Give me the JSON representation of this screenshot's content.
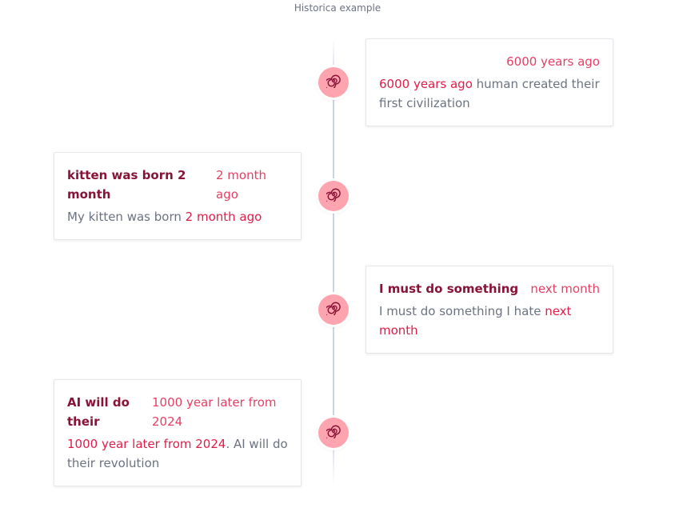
{
  "page": {
    "caption": "Historica example"
  },
  "events": [
    {
      "title": "",
      "time": "6000 years ago",
      "desc_highlight": "6000 years ago",
      "desc_rest": " human created their first civilization",
      "side": "right"
    },
    {
      "title": "kitten was born 2 month",
      "time": "2 month ago",
      "desc_prefix": "My kitten was born ",
      "desc_highlight": "2 month ago",
      "side": "left"
    },
    {
      "title": "I must do something",
      "time": "next month",
      "desc_prefix": "I must do something I hate ",
      "desc_highlight": "next month",
      "side": "right"
    },
    {
      "title": "AI will do their",
      "time": "1000 year later from 2024",
      "desc_highlight": "1000 year later from 2024",
      "desc_rest": ". AI will do their revolution",
      "side": "left"
    }
  ],
  "colors": {
    "title": "#881337",
    "accent": "#e11d48",
    "marker": "#fda4af",
    "line": "#cbd5e1"
  },
  "icons": {
    "marker": "spiral-icon"
  }
}
